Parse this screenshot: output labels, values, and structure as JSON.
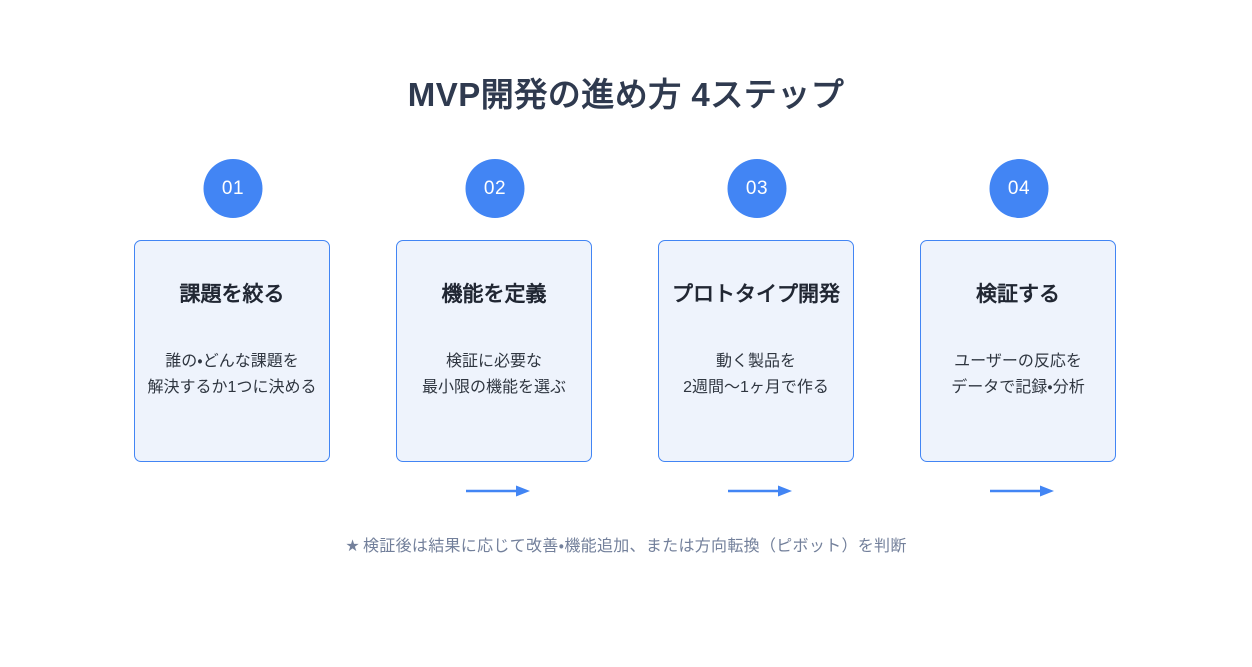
{
  "title": "MVP開発の進め方 4ステップ",
  "colors": {
    "accent": "#4285f4",
    "card_fill": "#eef3fc",
    "card_border": "#4285f4",
    "title_text": "#2f3a4f",
    "body_text": "#2f3640",
    "footer_text": "#73809b",
    "background": "#ffffff"
  },
  "steps": [
    {
      "badge": "01",
      "title": "課題を絞る",
      "desc_line1": "誰の・どんな課題を",
      "desc_line2": "解決するか1つに決める"
    },
    {
      "badge": "02",
      "title": "機能を定義",
      "desc_line1": "検証に必要な",
      "desc_line2": "最小限の機能を選ぶ"
    },
    {
      "badge": "03",
      "title": "プロトタイプ開発",
      "desc_line1": "動く製品を",
      "desc_line2": "2週間〜1ヶ月で作る"
    },
    {
      "badge": "04",
      "title": "検証する",
      "desc_line1": "ユーザーの反応を",
      "desc_line2": "データで記録・分析"
    }
  ],
  "connectors": [
    {
      "name": "arrow-step1-to-step2"
    },
    {
      "name": "arrow-step2-to-step3"
    },
    {
      "name": "arrow-step3-to-step4"
    }
  ],
  "footer": {
    "star": "★",
    "note": "検証後は結果に応じて改善・機能追加、または方向転換（ピボット）を判断"
  }
}
